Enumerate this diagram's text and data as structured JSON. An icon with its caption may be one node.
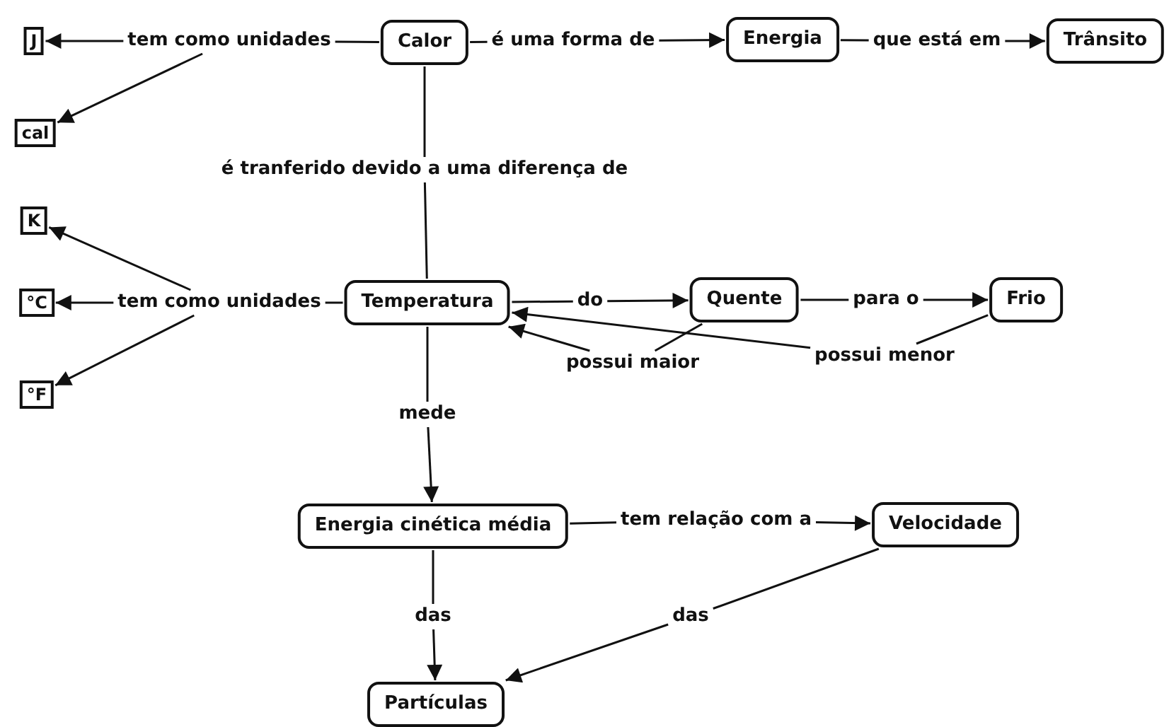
{
  "diagram": {
    "nodes": [
      {
        "text": [
          "J"
        ]
      },
      {
        "text": [
          "tem como unidades"
        ]
      },
      {
        "text": [
          "Calor"
        ]
      },
      {
        "text": [
          "é uma forma de"
        ]
      },
      {
        "text": [
          "Energia"
        ]
      },
      {
        "text": [
          "que está em"
        ]
      },
      {
        "text": [
          "Trânsito"
        ]
      },
      {
        "text": [
          "cal"
        ]
      },
      {
        "text": [
          "é tranferido devido a uma diferença de"
        ]
      },
      {
        "text": [
          "K"
        ]
      },
      {
        "text": [
          "°C"
        ]
      },
      {
        "text": [
          "tem como unidades"
        ]
      },
      {
        "text": [
          "Temperatura"
        ]
      },
      {
        "text": [
          "do"
        ]
      },
      {
        "text": [
          "Quente"
        ]
      },
      {
        "text": [
          "para o"
        ]
      },
      {
        "text": [
          "Frio"
        ]
      },
      {
        "text": [
          "°F"
        ]
      },
      {
        "text": [
          "possui maior"
        ]
      },
      {
        "text": [
          "possui menor"
        ]
      },
      {
        "text": [
          "mede"
        ]
      },
      {
        "text": [
          "Energia cinética média"
        ]
      },
      {
        "text": [
          "tem relação com a"
        ]
      },
      {
        "text": [
          "Velocidade"
        ]
      },
      {
        "text": [
          "das"
        ]
      },
      {
        "text": [
          "das"
        ]
      },
      {
        "text": [
          "Partículas"
        ]
      }
    ],
    "edges": [
      {
        "from": 2,
        "to": 1,
        "arrow": "none"
      },
      {
        "from": 1,
        "to": 0,
        "arrow": "to"
      },
      {
        "from": 1,
        "to": 7,
        "arrow": "to"
      },
      {
        "from": 2,
        "to": 3,
        "arrow": "none"
      },
      {
        "from": 3,
        "to": 4,
        "arrow": "to"
      },
      {
        "from": 4,
        "to": 5,
        "arrow": "none"
      },
      {
        "from": 5,
        "to": 6,
        "arrow": "to"
      },
      {
        "from": 2,
        "to": 8,
        "arrow": "none"
      },
      {
        "from": 8,
        "to": 12,
        "arrow": "none"
      },
      {
        "from": 12,
        "to": 11,
        "arrow": "none"
      },
      {
        "from": 11,
        "to": 9,
        "arrow": "to"
      },
      {
        "from": 11,
        "to": 10,
        "arrow": "to"
      },
      {
        "from": 11,
        "to": 17,
        "arrow": "to"
      },
      {
        "from": 12,
        "to": 13,
        "arrow": "none"
      },
      {
        "from": 13,
        "to": 14,
        "arrow": "to"
      },
      {
        "from": 14,
        "to": 15,
        "arrow": "none"
      },
      {
        "from": 15,
        "to": 16,
        "arrow": "to"
      },
      {
        "from": 14,
        "to": 18,
        "arrow": "none"
      },
      {
        "from": 18,
        "to": 12,
        "arrow": "to"
      },
      {
        "from": 16,
        "to": 19,
        "arrow": "none"
      },
      {
        "from": 19,
        "to": 12,
        "arrow": "to"
      },
      {
        "from": 12,
        "to": 20,
        "arrow": "none"
      },
      {
        "from": 20,
        "to": 21,
        "arrow": "to"
      },
      {
        "from": 21,
        "to": 22,
        "arrow": "none"
      },
      {
        "from": 22,
        "to": 23,
        "arrow": "to"
      },
      {
        "from": 21,
        "to": 24,
        "arrow": "none"
      },
      {
        "from": 24,
        "to": 26,
        "arrow": "to"
      },
      {
        "from": 23,
        "to": 25,
        "arrow": "none"
      },
      {
        "from": 25,
        "to": 26,
        "arrow": "to"
      }
    ]
  }
}
